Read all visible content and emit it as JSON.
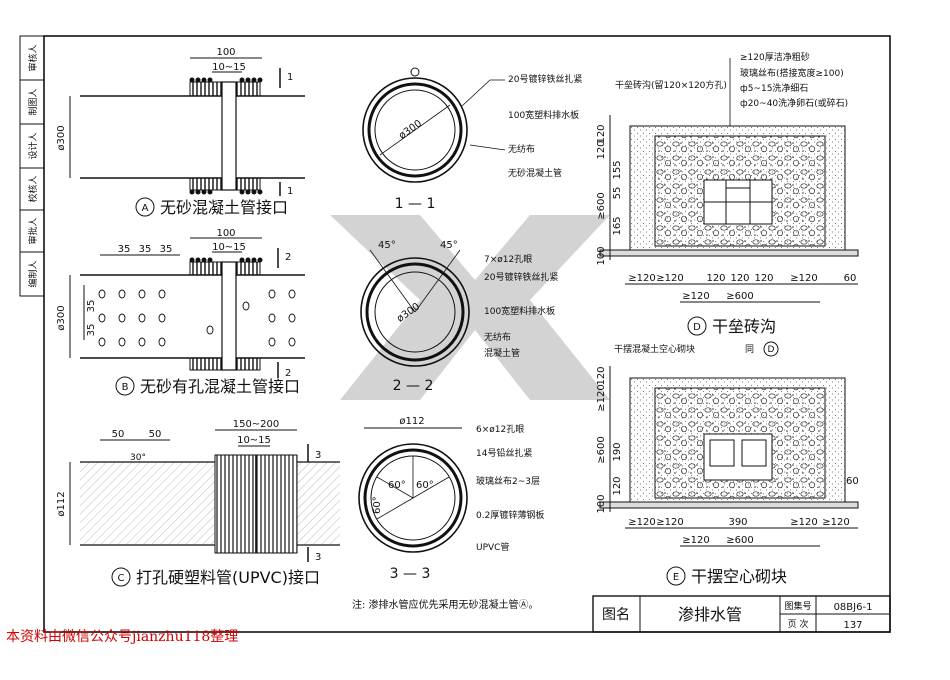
{
  "sheet": {
    "side_labels": [
      "审核人",
      "制图人",
      "设计人",
      "校核人",
      "审批人",
      "编制人"
    ],
    "note": "注: 渗排水管应优先采用无砂混凝土管Ⓐ。",
    "title_block": {
      "drawing_name_label": "图名",
      "drawing_name": "渗排水管",
      "atlas_label": "图集号",
      "atlas_number": "08BJ6-1",
      "page_label": "页 次",
      "page_number": "137"
    },
    "footer_watermark": "本资料由微信公众号jianzhu118整理"
  },
  "detail_a": {
    "title": "无砂混凝土管接口",
    "letter": "A",
    "dims": {
      "top": "100",
      "gap": "10~15",
      "dia": "ø300"
    },
    "section_mark": "1"
  },
  "detail_b": {
    "title": "无砂有孔混凝土管接口",
    "letter": "B",
    "dims": {
      "top": "100",
      "gap": "10~15",
      "spacing": [
        "35",
        "35",
        "35"
      ],
      "vert": [
        "35",
        "35"
      ],
      "dia": "ø300"
    },
    "section_mark": "2"
  },
  "detail_c": {
    "title": "打孔硬塑料管(UPVC)接口",
    "letter": "C",
    "dims": {
      "spacing": [
        "50",
        "50"
      ],
      "angle": "30°",
      "width": "150~200",
      "gap": "10~15",
      "dia": "ø112"
    },
    "section_mark": "3"
  },
  "section_1": {
    "label": "1 — 1",
    "dia": "ø300",
    "callouts": [
      "20号镀锌铁丝扎紧",
      "100宽塑料排水板",
      "无纺布",
      "无砂混凝土管"
    ]
  },
  "section_2": {
    "label": "2 — 2",
    "dia": "ø300",
    "angles": [
      "45°",
      "45°"
    ],
    "callouts": [
      "7×ø12孔眼",
      "20号镀锌铁丝扎紧",
      "100宽塑料排水板",
      "无纺布",
      "混凝土管"
    ]
  },
  "section_3": {
    "label": "3 — 3",
    "dia": "ø112",
    "angles": [
      "60°",
      "60°",
      "60°"
    ],
    "callouts": [
      "6×ø12孔眼",
      "14号铅丝扎紧",
      "玻璃丝布2~3层",
      "0.2厚镀锌薄钢板",
      "UPVC管"
    ]
  },
  "detail_d": {
    "title": "干垒砖沟",
    "letter": "D",
    "callouts": [
      "≥120厚洁净粗砂",
      "玻璃丝布(搭接宽度≥100)",
      "ф5~15洗净细石",
      "ф20~40洗净卵石(或碎石)",
      "干垒砖沟(留120×120方孔)"
    ],
    "vert_dims": [
      "120",
      "155",
      "55",
      "165",
      "≥600",
      "120",
      "100"
    ],
    "horiz_dims": [
      "≥120",
      "≥120",
      "120",
      "120",
      "120",
      "≥120",
      "60"
    ],
    "horiz_dims2": [
      "≥120",
      "≥600"
    ]
  },
  "detail_e": {
    "title": "干摆空心砌块",
    "letter": "E",
    "callouts": [
      "干摆混凝土空心砌块",
      "同"
    ],
    "same_ref": "D",
    "vert_dims": [
      "120",
      "≥120",
      "190",
      "120",
      "≥600",
      "100"
    ],
    "horiz_dims": [
      "≥120",
      "≥120",
      "390",
      "≥120",
      "≥120"
    ],
    "horiz_dims2": [
      "≥120",
      "≥600"
    ],
    "right_dim": "60"
  }
}
